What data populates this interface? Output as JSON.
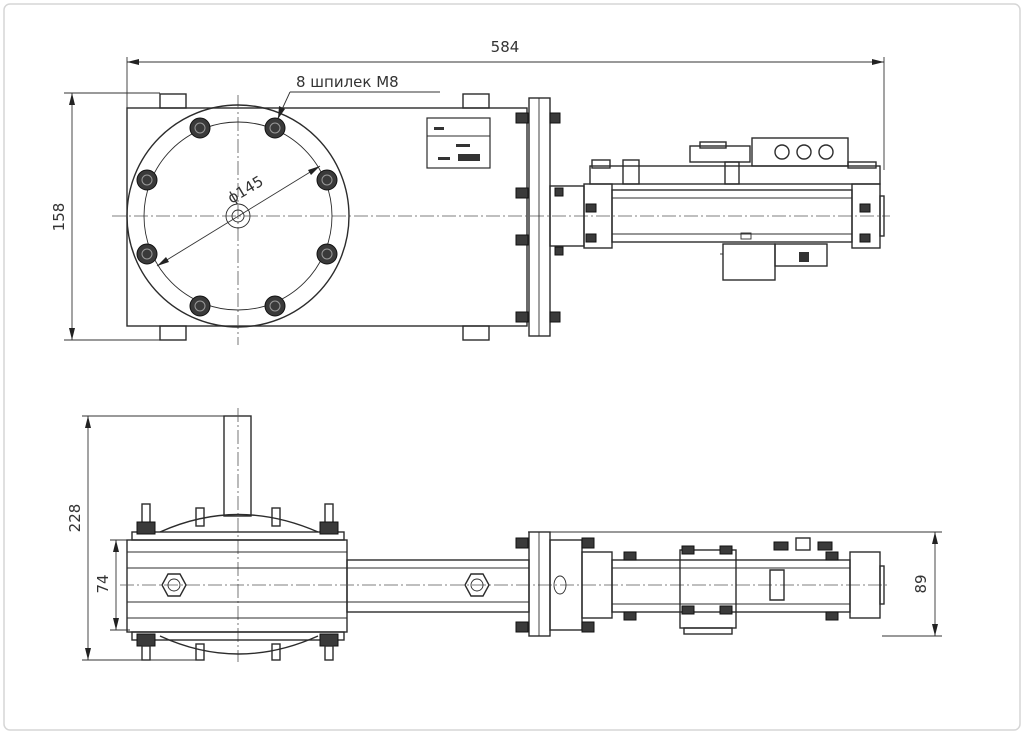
{
  "dimensions": {
    "overall_length": "584",
    "top_height": "158",
    "total_height": "228",
    "flange_height": "74",
    "actuator_height": "89"
  },
  "annotations": {
    "stud_callout": "8 шпилек М8",
    "bolt_circle": "ϕ145"
  }
}
